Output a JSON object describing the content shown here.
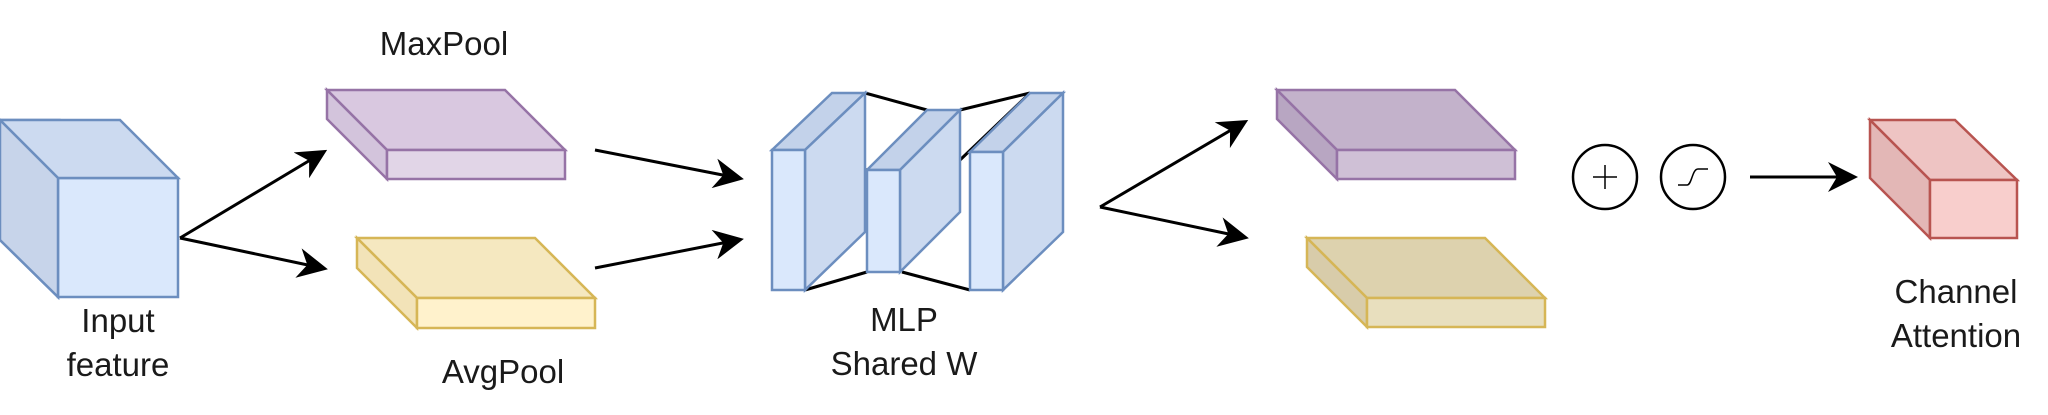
{
  "labels": {
    "input_feature_line1": "Input",
    "input_feature_line2": "feature",
    "maxpool": "MaxPool",
    "avgpool": "AvgPool",
    "mlp_line1": "MLP",
    "mlp_line2": "Shared W",
    "channel_attention_line1": "Channel",
    "channel_attention_line2": "Attention"
  },
  "operators": {
    "add": "plus-operator",
    "sigmoid": "sigmoid-operator"
  },
  "colors": {
    "blue_fill": "#dae8fc",
    "blue_side": "#c7d4ea",
    "blue_top": "#ccdaf0",
    "blue_stroke": "#6c8ebf",
    "purple_fill": "#e1d5e7",
    "purple_side": "#d3c4dc",
    "purple_top": "#d9c8e0",
    "purple_stroke": "#9673a6",
    "yellow_fill": "#fff2cc",
    "yellow_side": "#f2e3b8",
    "yellow_top": "#f5e8c0",
    "yellow_stroke": "#d6b656",
    "dark_purple_fill": "#cfc0d6",
    "dark_purple_side": "#b8a6c2",
    "dark_purple_top": "#c3b2cb",
    "dark_yellow_fill": "#e8dfbe",
    "dark_yellow_side": "#d8ccaa",
    "dark_yellow_top": "#ddd2ae",
    "red_fill": "#f8cecc",
    "red_side": "#e3b7b6",
    "red_top": "#eec4c3",
    "red_stroke": "#b85450"
  }
}
